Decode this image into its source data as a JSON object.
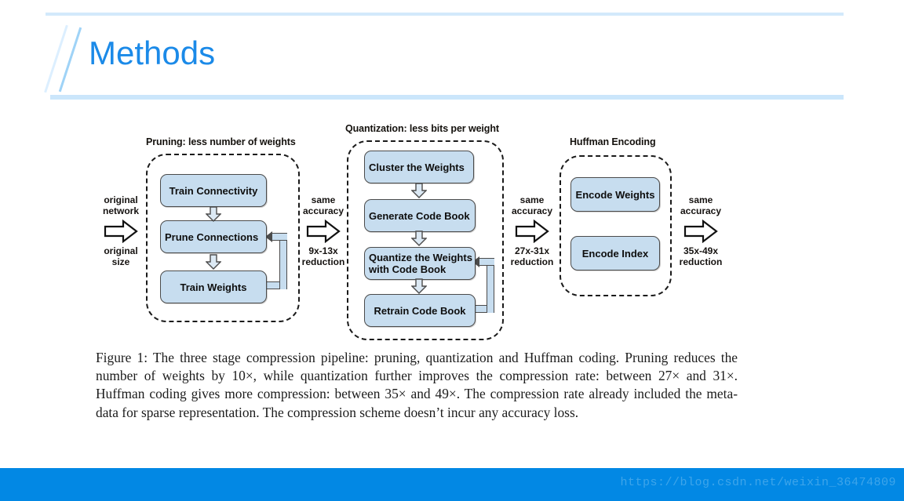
{
  "slide": {
    "title": "Methods",
    "title_color": "#1b8ae8",
    "rule_color": "#cbe6fb"
  },
  "figure": {
    "stages": [
      {
        "id": "pruning",
        "heading": "Pruning: less number of weights",
        "boxes": [
          {
            "label": "Train Connectivity"
          },
          {
            "label": "Prune Connections"
          },
          {
            "label": "Train Weights"
          }
        ]
      },
      {
        "id": "quantization",
        "heading": "Quantization: less bits per weight",
        "boxes": [
          {
            "label": "Cluster the Weights"
          },
          {
            "label": "Generate Code Book"
          },
          {
            "label": "Quantize the Weights with Code Book"
          },
          {
            "label": "Retrain Code Book"
          }
        ]
      },
      {
        "id": "huffman",
        "heading": "Huffman Encoding",
        "boxes": [
          {
            "label": "Encode Weights"
          },
          {
            "label": "Encode Index"
          }
        ]
      }
    ],
    "transitions": [
      {
        "top": "original\nnetwork",
        "bottom": "original\nsize"
      },
      {
        "top": "same\naccuracy",
        "bottom": "9x-13x\nreduction"
      },
      {
        "top": "same\naccuracy",
        "bottom": "27x-31x\nreduction"
      },
      {
        "top": "same\naccuracy",
        "bottom": "35x-49x\nreduction"
      }
    ],
    "box_fill": "#c7ddef",
    "box_border": "#4b4b4b"
  },
  "caption": {
    "text": "Figure 1: The three stage compression pipeline: pruning, quantization and Huffman coding. Pruning reduces the number of weights by 10×, while quantization further improves the compression rate: between 27× and 31×. Huffman coding gives more compression: between 35× and 49×. The compression rate already included the meta-data for sparse representation. The compression scheme doesn’t incur any accuracy loss."
  },
  "footer": {
    "url": "https://blog.csdn.net/weixin_36474809",
    "bar_color": "#0288e4"
  }
}
